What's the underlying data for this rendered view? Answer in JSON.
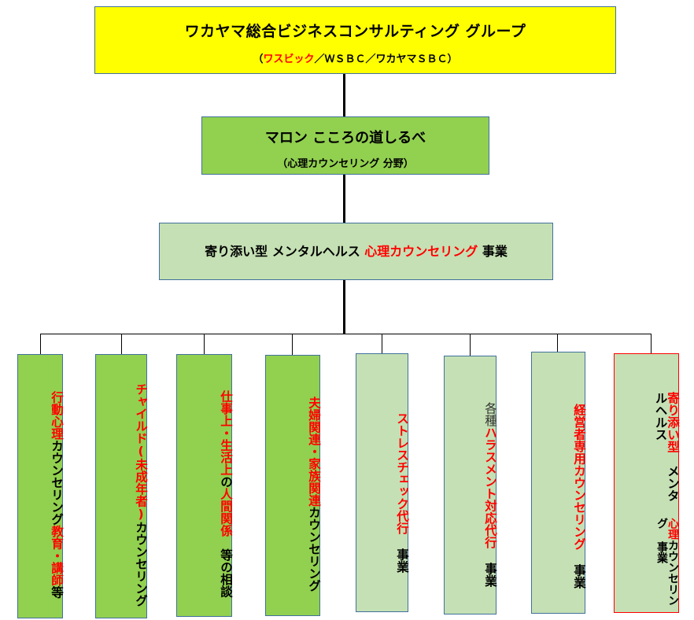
{
  "top": {
    "title": "ワカヤマ総合ビジネスコンサルティング グループ",
    "sub_open": "（",
    "sub_red": "ワスビック",
    "sub_rest": "／ＷＳＢＣ／ワカヤマＳＢＣ）"
  },
  "division": {
    "title": "マロン こころの道しるべ",
    "sub": "（心理カウンセリング 分野）"
  },
  "business": {
    "part1": "寄り添い型 メンタルヘルス ",
    "part2_red": "心理カウンセリング",
    "part3": " 事業"
  },
  "services": [
    {
      "s": [
        "行動心理",
        "カウンセリング",
        "教育・講師",
        "等"
      ]
    },
    {
      "s": [
        "チャイルド(未成年者)",
        "カウンセリング"
      ]
    },
    {
      "s": [
        "仕事上・生活上",
        "の",
        "人間関係",
        "　等の相談"
      ]
    },
    {
      "s": [
        "夫婦関連・家族関連",
        "カウンセリング"
      ]
    },
    {
      "s": [
        "ストレスチェック代行",
        " 事業"
      ]
    },
    {
      "s": [
        "各種",
        "ハラスメント対応代行",
        " 事業"
      ]
    },
    {
      "s": [
        "経営者専用カウンセリング",
        " 事業"
      ]
    },
    {
      "s": [
        "寄り添い型",
        "　メンタルヘルス",
        "心理",
        "カウンセリング 事業"
      ]
    }
  ],
  "colors": {
    "yellow": "#ffff00",
    "green": "#92d050",
    "light_green": "#c5e0b4",
    "red": "#ff0000",
    "border": "#41719c"
  }
}
